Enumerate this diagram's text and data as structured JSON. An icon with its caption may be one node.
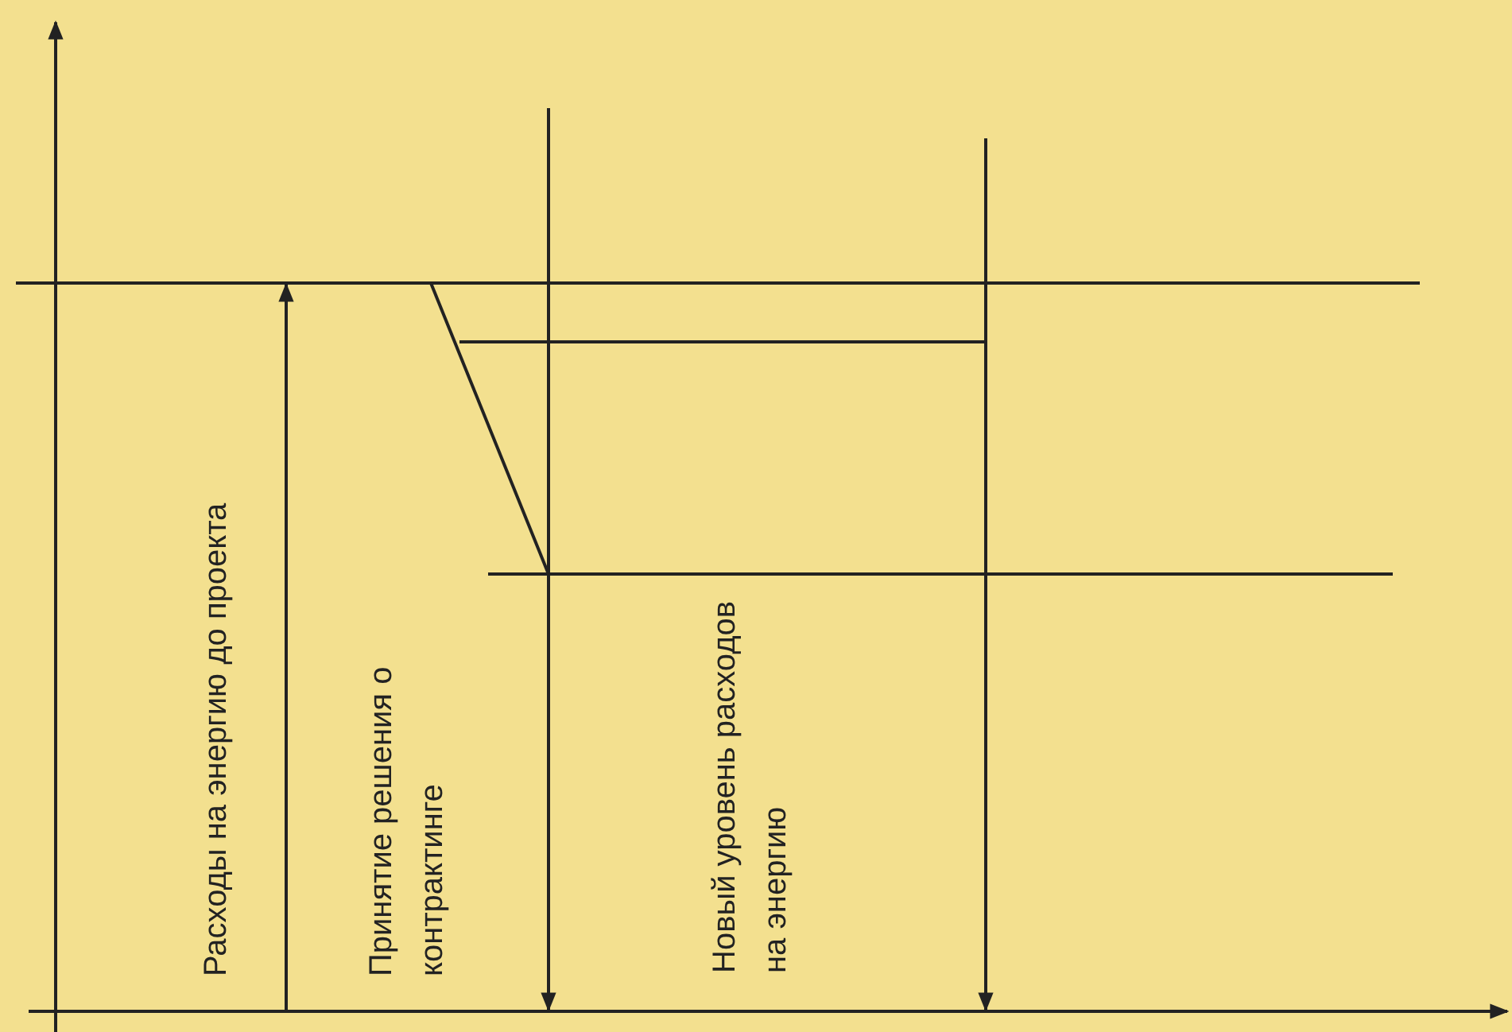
{
  "diagram": {
    "labels": [
      "Расходы на энергию до проекта",
      "Принятие решения о контрактинге",
      "Новый уровень расходов на энергию"
    ]
  }
}
